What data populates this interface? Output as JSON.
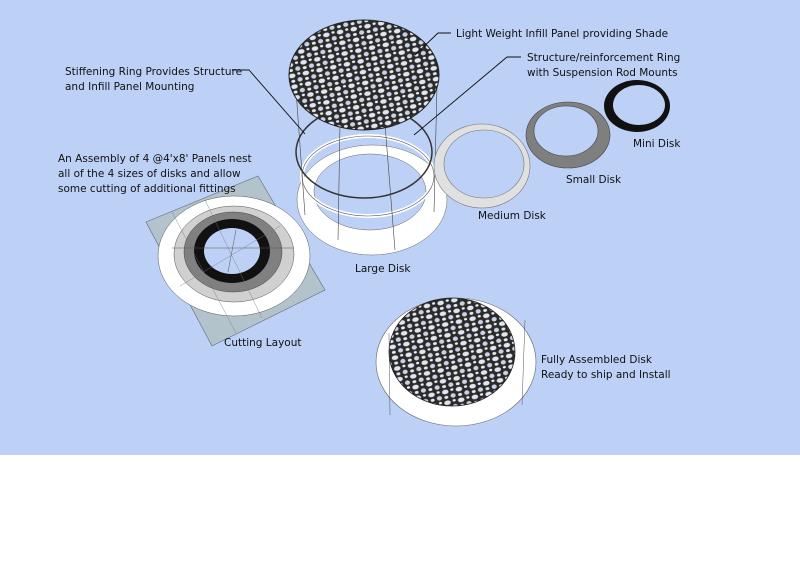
{
  "labels": {
    "infill_panel": "Light Weight Infill Panel providing Shade",
    "structure_ring": [
      "Structure/reinforcement Ring",
      "with Suspension Rod Mounts"
    ],
    "stiffening_ring": [
      "Stiffening Ring Provides Structure",
      "and Infill Panel Mounting"
    ],
    "assembly_note": [
      "An Assembly of 4 @4'x8' Panels nest",
      "all of the 4 sizes of disks and allow",
      "some cutting of additional fittings"
    ],
    "mini_disk": "Mini Disk",
    "small_disk": "Small Disk",
    "medium_disk": "Medium Disk",
    "large_disk": "Large Disk",
    "cutting_layout": "Cutting Layout",
    "fully_assembled": [
      "Fully Assembled Disk",
      "Ready to ship and Install"
    ]
  },
  "colors": {
    "background": "#bdd0f6",
    "mini_disk": "#111111",
    "small_disk": "#7f7f7f",
    "medium_disk": "#e0e0e0",
    "large_disk": "#ffffff",
    "panel_sheet": "#b3c3cc"
  }
}
